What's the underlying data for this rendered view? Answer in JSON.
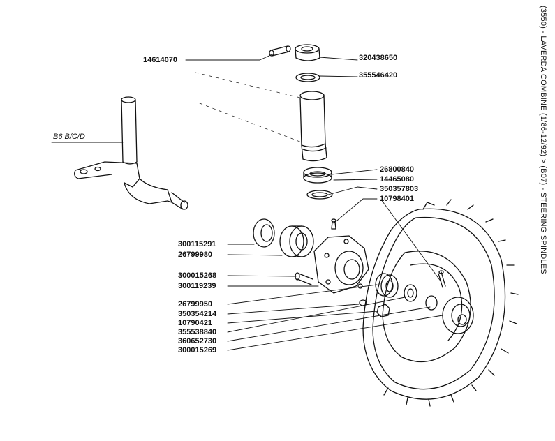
{
  "header": {
    "side_title": "(3550) - LAVERDA COMBINE (1/86-12/92) > (B07) - STEERING SPINDLES"
  },
  "diagram": {
    "variant_label": "B6 B/C/D",
    "part_labels": [
      {
        "id": "p14614070",
        "text": "14614070"
      },
      {
        "id": "p320438650",
        "text": "320438650"
      },
      {
        "id": "p355546420",
        "text": "355546420"
      },
      {
        "id": "p26800840",
        "text": "26800840"
      },
      {
        "id": "p14465080",
        "text": "14465080"
      },
      {
        "id": "p350357803",
        "text": "350357803"
      },
      {
        "id": "p10798401",
        "text": "10798401"
      },
      {
        "id": "p300115291",
        "text": "300115291"
      },
      {
        "id": "p26799980",
        "text": "26799980"
      },
      {
        "id": "p300015268",
        "text": "300015268"
      },
      {
        "id": "p300119239",
        "text": "300119239"
      },
      {
        "id": "p26799950",
        "text": "26799950"
      },
      {
        "id": "p350354214",
        "text": "350354214"
      },
      {
        "id": "p10790421",
        "text": "10790421"
      },
      {
        "id": "p355538840",
        "text": "355538840"
      },
      {
        "id": "p360652730",
        "text": "360652730"
      },
      {
        "id": "p300015269",
        "text": "300015269"
      }
    ]
  },
  "colors": {
    "ink": "#111111",
    "background": "#ffffff"
  }
}
